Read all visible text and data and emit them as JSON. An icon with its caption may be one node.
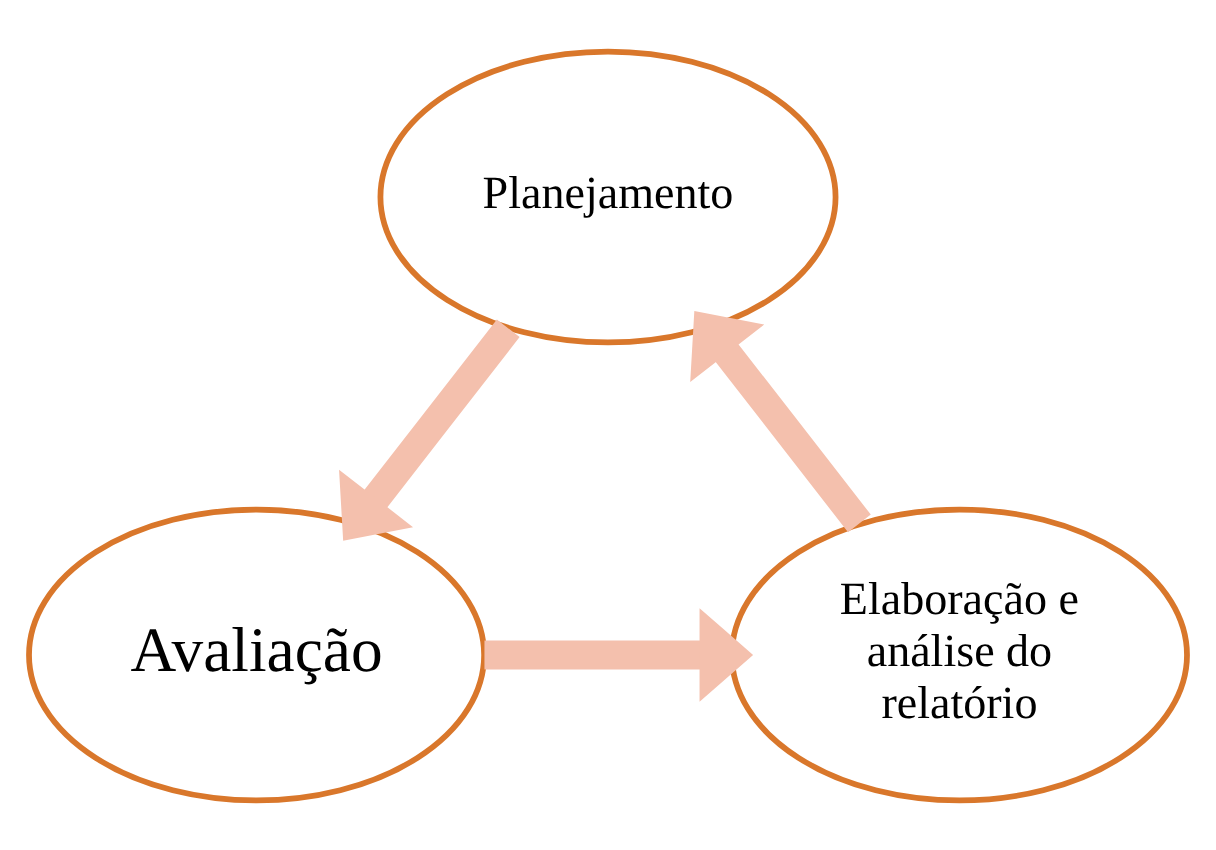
{
  "diagram": {
    "nodes": [
      {
        "text": [
          "Planejamento"
        ]
      },
      {
        "text": [
          "Avaliação"
        ]
      },
      {
        "text": [
          "Elaboração e análise do relatório"
        ]
      }
    ],
    "edges": [
      {
        "from": 0,
        "to": 1,
        "arrow": "to"
      },
      {
        "from": 1,
        "to": 2,
        "arrow": "to"
      },
      {
        "from": 2,
        "to": 0,
        "arrow": "to"
      }
    ]
  }
}
